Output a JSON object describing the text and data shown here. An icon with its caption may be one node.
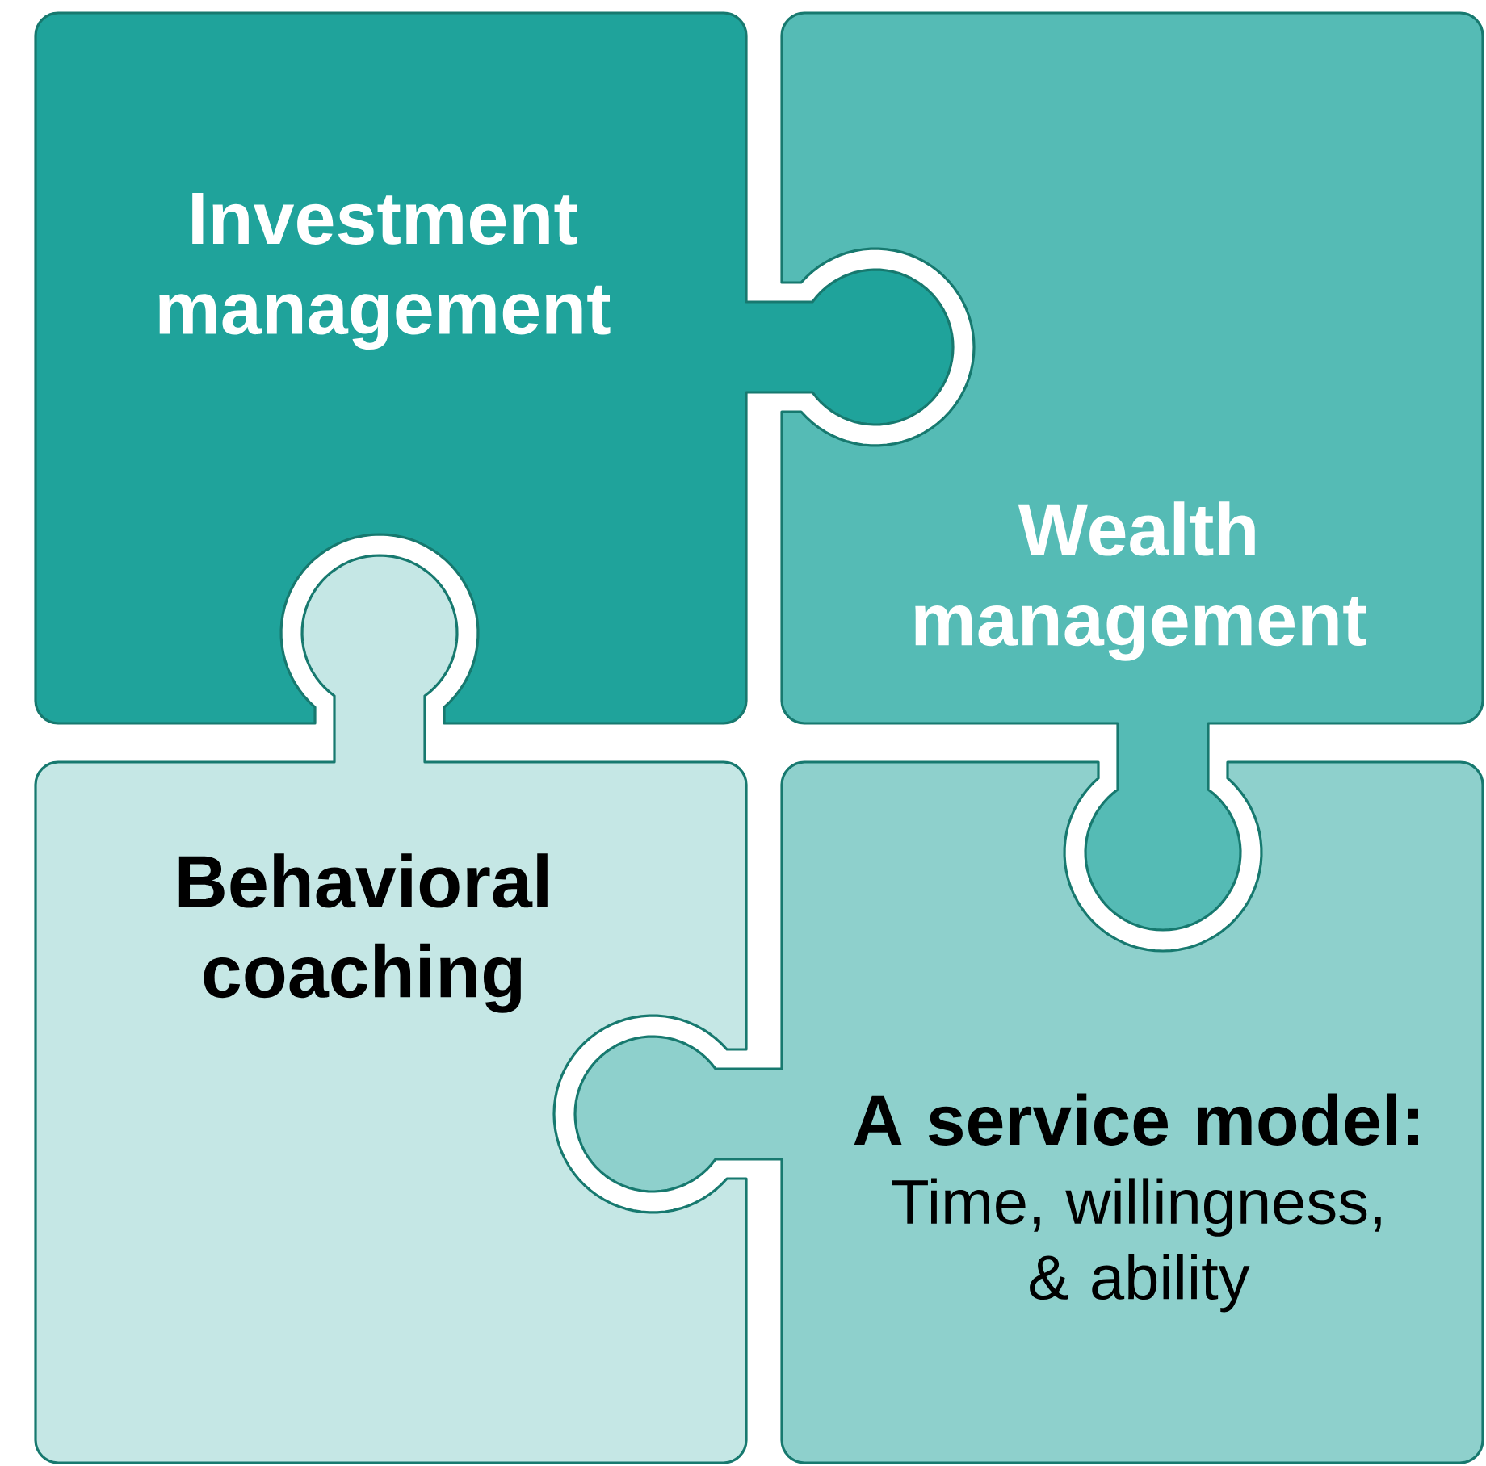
{
  "diagram": {
    "nodes": [
      {
        "text": [
          "Investment management"
        ]
      },
      {
        "text": [
          "Wealth management"
        ]
      },
      {
        "text": [
          "Behavioral coaching"
        ]
      },
      {
        "text": [
          "A service model:",
          "Time, willingness, & ability"
        ]
      }
    ]
  }
}
